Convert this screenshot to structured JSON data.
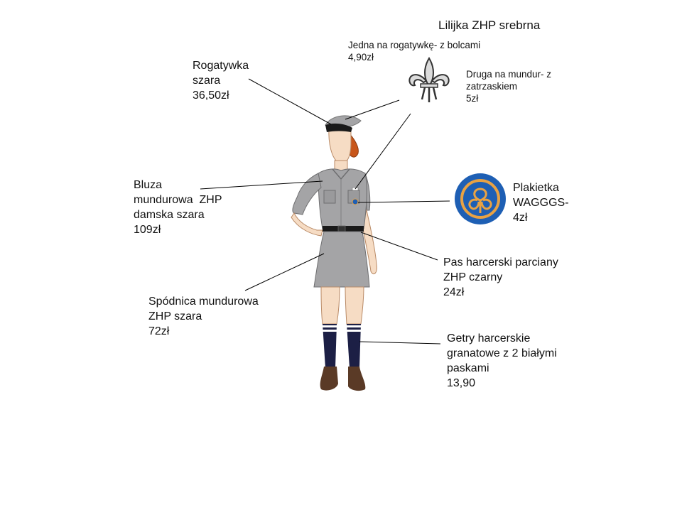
{
  "title": "Lilijka ZHP srebrna",
  "labels": {
    "lilijka_a": [
      "Jedna na rogatywkę- z bolcami",
      "4,90zł"
    ],
    "lilijka_b": [
      "Druga na mundur- z",
      "zatrzaskiem",
      "5zł"
    ],
    "rogatywka": [
      "Rogatywka",
      "szara",
      "36,50zł"
    ],
    "bluza": [
      "Bluza",
      "mundurowa  ZHP",
      "damska szara",
      "109zł"
    ],
    "plakietka": [
      "Plakietka",
      "WAGGGS-",
      "4zł"
    ],
    "pas": [
      "Pas harcerski parciany",
      "ZHP czarny",
      "24zł"
    ],
    "spodnica": [
      "Spódnica mundurowa",
      "ZHP szara",
      "72zł"
    ],
    "getry": [
      "Getry harcerskie",
      "granatowe z 2 białymi",
      "paskami",
      "13,90"
    ]
  },
  "colors": {
    "uniform": "#a4a4a6",
    "uniform_dark": "#8c8c8e",
    "skin": "#f6dcc4",
    "skin_line": "#b98a66",
    "hair": "#c8561a",
    "beret_band": "#1a1a1a",
    "socks": "#1c1f45",
    "shoes": "#5a3a26",
    "badge_blue": "#1e5fb4",
    "badge_gold": "#e8a244"
  }
}
